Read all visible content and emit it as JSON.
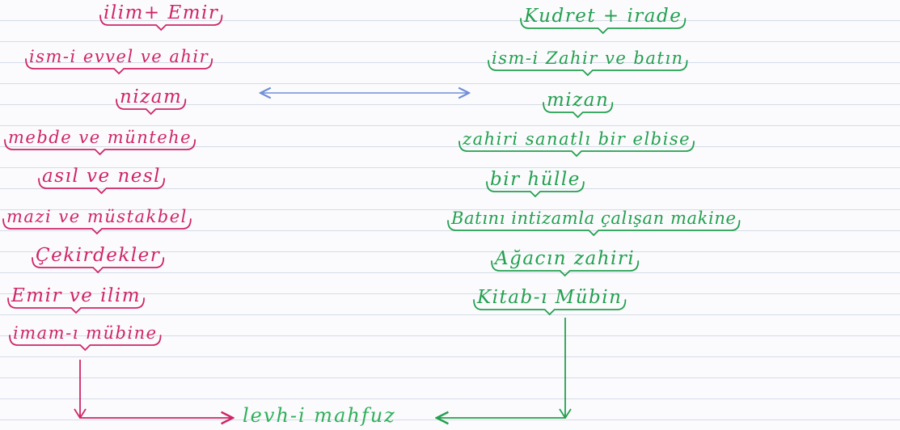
{
  "colors": {
    "left_ink": "#cf2567",
    "right_ink": "#23a04f",
    "bottom_ink": "#2fb05a",
    "link_ink": "#6f8fd6"
  },
  "left_column": {
    "items": [
      "ilim+ Emir",
      "ism-i evvel ve ahir",
      "nizam",
      "mebde ve müntehe",
      "asıl ve nesl",
      "mazi ve müstakbel",
      "Çekirdekler",
      "Emir ve ilim",
      "imam-ı mübine"
    ]
  },
  "right_column": {
    "items": [
      "Kudret + irade",
      "ism-i Zahir ve batın",
      "mizan",
      "zahiri sanatlı bir elbise",
      "bir hülle",
      "Batını intizamla çalışan makine",
      "Ağacın zahiri",
      "Kitab-ı Mübin"
    ]
  },
  "convergence": {
    "label": "levh-i mahfuz"
  }
}
